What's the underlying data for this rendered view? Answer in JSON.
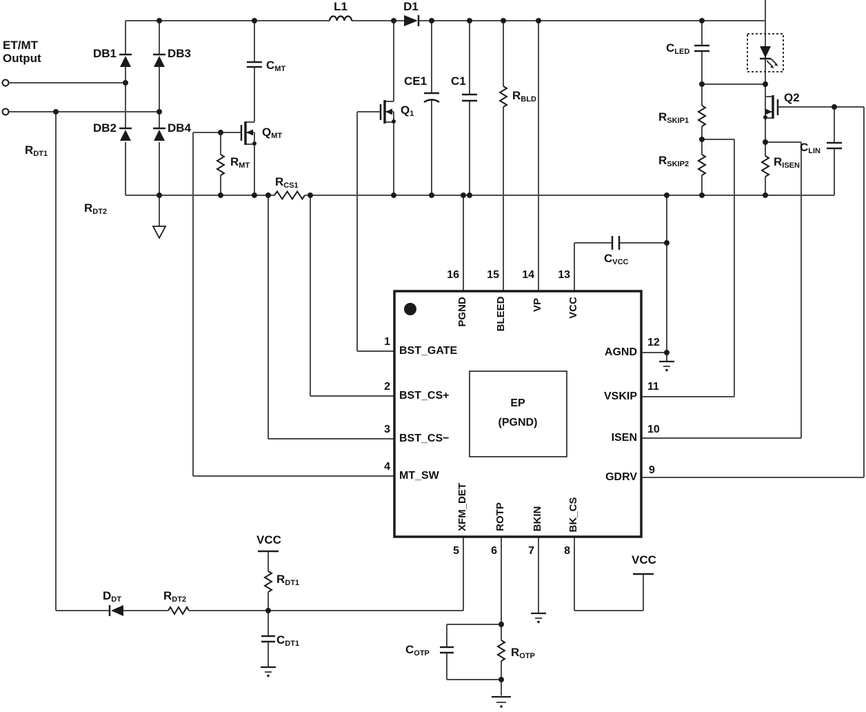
{
  "source": {
    "line1": "ET/MT",
    "line2": "Output"
  },
  "components": {
    "db1": {
      "text": "DB1"
    },
    "db2": {
      "text": "DB2"
    },
    "db3": {
      "text": "DB3"
    },
    "db4": {
      "text": "DB4"
    },
    "rdt1_wire": {
      "base": "R",
      "sub": "DT1"
    },
    "rdt2_wire": {
      "base": "R",
      "sub": "DT2"
    },
    "l1": {
      "text": "L1"
    },
    "d1": {
      "text": "D1"
    },
    "cmt": {
      "base": "C",
      "sub": "MT"
    },
    "qmt": {
      "base": "Q",
      "sub": "MT"
    },
    "rmt": {
      "base": "R",
      "sub": "MT"
    },
    "rcs1": {
      "base": "R",
      "sub": "CS1"
    },
    "ce1": {
      "text": "CE1"
    },
    "c1": {
      "text": "C1"
    },
    "q1": {
      "base": "Q",
      "sub": "1"
    },
    "rbld": {
      "base": "R",
      "sub": "BLD"
    },
    "cled": {
      "base": "C",
      "sub": "LED"
    },
    "rskip1": {
      "base": "R",
      "sub": "SKIP1"
    },
    "rskip2": {
      "base": "R",
      "sub": "SKIP2"
    },
    "q2": {
      "text": "Q2"
    },
    "risen": {
      "base": "R",
      "sub": "ISEN"
    },
    "clin": {
      "base": "C",
      "sub": "LIN"
    },
    "cvcc": {
      "base": "C",
      "sub": "VCC"
    },
    "rdt1": {
      "base": "R",
      "sub": "DT1"
    },
    "ddt": {
      "base": "D",
      "sub": "DT"
    },
    "rdt2": {
      "base": "R",
      "sub": "DT2"
    },
    "cdt1": {
      "base": "C",
      "sub": "DT1"
    },
    "cotp": {
      "base": "C",
      "sub": "OTP"
    },
    "rotp": {
      "base": "R",
      "sub": "OTP"
    }
  },
  "power": {
    "vcc_bottom_left": "VCC",
    "vcc_bottom_right": "VCC"
  },
  "ic": {
    "ep_line1": "EP",
    "ep_line2": "(PGND)",
    "left_pins": [
      {
        "num": "1",
        "name": "BST_GATE"
      },
      {
        "num": "2",
        "name": "BST_CS+"
      },
      {
        "num": "3",
        "name": "BST_CS−"
      },
      {
        "num": "4",
        "name": "MT_SW"
      }
    ],
    "right_pins": [
      {
        "num": "12",
        "name": "AGND"
      },
      {
        "num": "11",
        "name": "VSKIP"
      },
      {
        "num": "10",
        "name": "ISEN"
      },
      {
        "num": "9",
        "name": "GDRV"
      }
    ],
    "top_pins": [
      {
        "num": "16",
        "name": "PGND"
      },
      {
        "num": "15",
        "name": "BLEED"
      },
      {
        "num": "14",
        "name": "VP"
      },
      {
        "num": "13",
        "name": "VCC"
      }
    ],
    "bottom_pins": [
      {
        "num": "5",
        "name": "XFM_DET"
      },
      {
        "num": "6",
        "name": "ROTP"
      },
      {
        "num": "7",
        "name": "BKIN"
      },
      {
        "num": "8",
        "name": "BK_CS"
      }
    ]
  },
  "colors": {
    "wire": "#4a4a4a",
    "ink": "#1a1a1a",
    "background": "#ffffff"
  }
}
